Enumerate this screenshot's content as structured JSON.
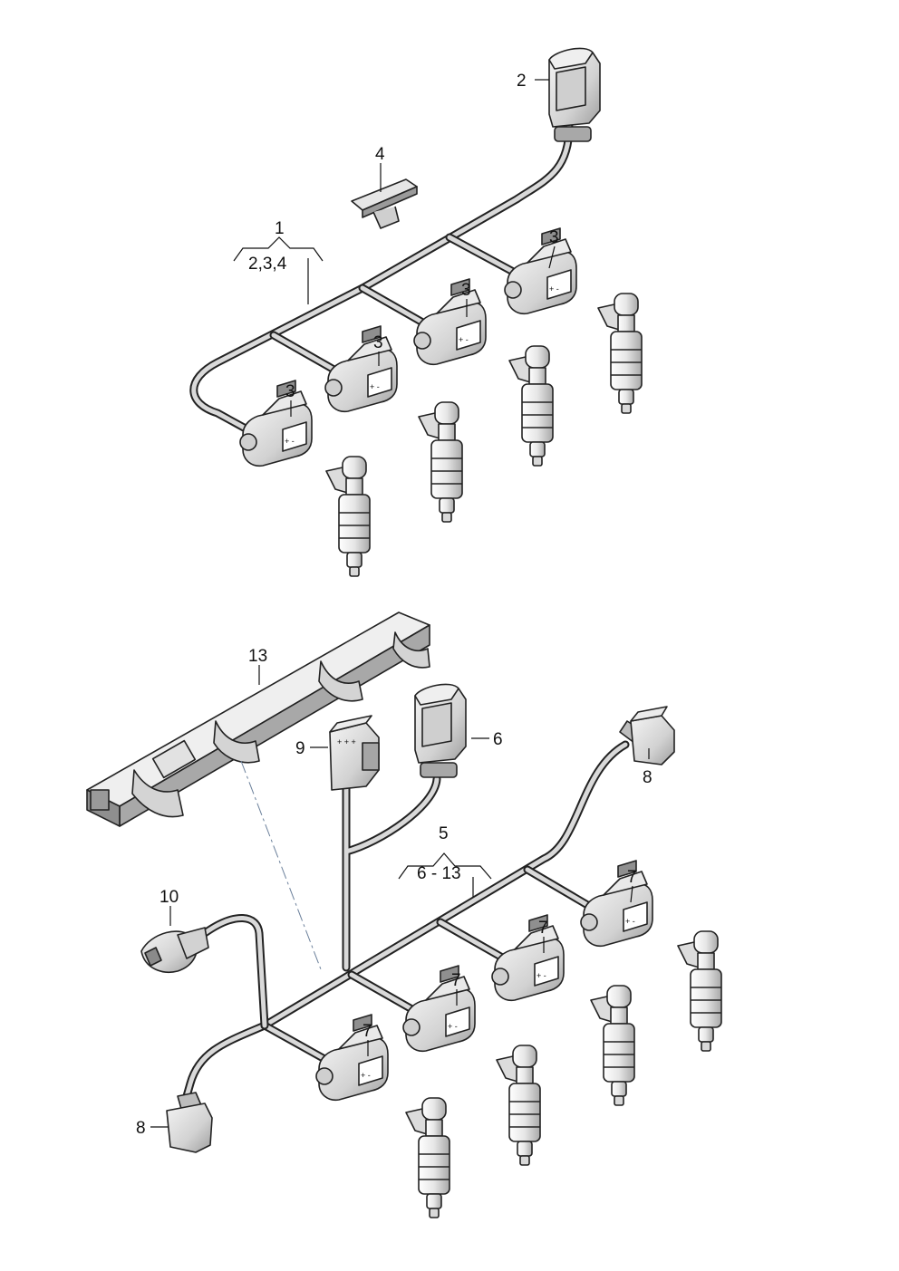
{
  "callouts": {
    "c1": "1",
    "c1_group": "2,3,4",
    "c2": "2",
    "c3a": "3",
    "c3b": "3",
    "c3c": "3",
    "c3d": "3",
    "c4": "4",
    "c5": "5",
    "c5_group": "6 - 13",
    "c6": "6",
    "c7a": "7",
    "c7b": "7",
    "c7c": "7",
    "c7d": "7",
    "c8a": "8",
    "c8b": "8",
    "c9": "9",
    "c10": "10",
    "c13": "13"
  },
  "connector_marks": {
    "plus_minus": "+ -",
    "plus_plus_plus": "+ + +"
  },
  "colors": {
    "line": "#222222",
    "fill_light": "#f2f2f2",
    "fill_mid": "#cfcfcf",
    "fill_dark": "#9a9a9a"
  }
}
